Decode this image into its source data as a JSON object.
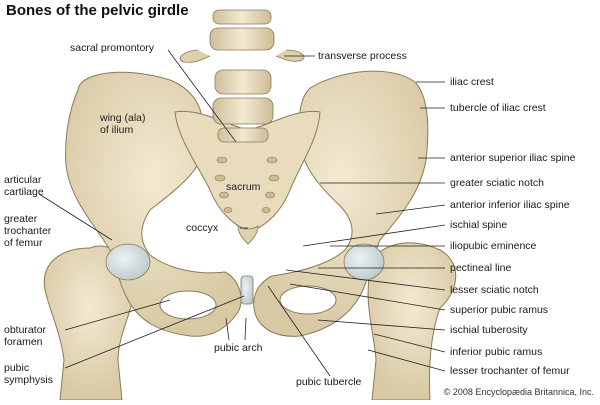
{
  "title": "Bones of the pelvic girdle",
  "credit": "© 2008 Encyclopædia Britannica, Inc.",
  "colors": {
    "bone": "#ece1c5",
    "bone_shade": "#d3c4a0",
    "bone_outline": "#8a7a58",
    "cartilage": "#c9d6d6",
    "leader": "#222222"
  },
  "labels": {
    "sacral_promontory": "sacral promontory",
    "transverse_process": "transverse process",
    "iliac_crest": "iliac crest",
    "tubercle_iliac_crest": "tubercle of iliac crest",
    "wing_ilium": "wing (ala)\nof ilium",
    "anterior_superior_iliac_spine": "anterior superior iliac spine",
    "greater_sciatic_notch": "greater sciatic notch",
    "sacrum": "sacrum",
    "articular_cartilage": "articular\ncartilage",
    "anterior_inferior_iliac_spine": "anterior inferior iliac spine",
    "greater_trochanter": "greater\ntrochanter\nof femur",
    "ischial_spine": "ischial spine",
    "coccyx": "coccyx",
    "iliopubic_eminence": "iliopubic eminence",
    "pectineal_line": "pectineal line",
    "lesser_sciatic_notch": "lesser sciatic notch",
    "superior_pubic_ramus": "superior pubic ramus",
    "obturator_foramen": "obturator\nforamen",
    "ischial_tuberosity": "ischial tuberosity",
    "inferior_pubic_ramus": "inferior pubic ramus",
    "pubic_symphysis": "pubic\nsymphysis",
    "pubic_arch": "pubic arch",
    "lesser_trochanter": "lesser trochanter of femur",
    "pubic_tubercle": "pubic tubercle"
  }
}
